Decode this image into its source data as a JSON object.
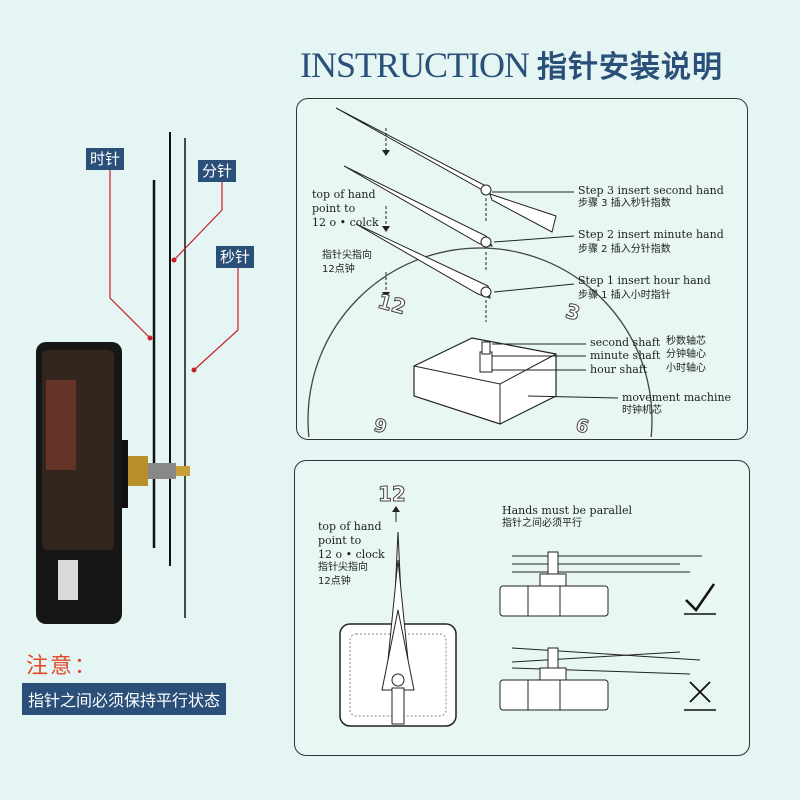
{
  "title": {
    "en": "INSTRUCTION",
    "cn": "指针安装说明"
  },
  "left": {
    "hour_tag": "时针",
    "minute_tag": "分针",
    "second_tag": "秒针",
    "note_title": "注意：",
    "note_text": "指针之间必须保持平行状态"
  },
  "top_panel": {
    "top_of_hand_1": "top of hand",
    "top_of_hand_2": "point to",
    "top_of_hand_3": "12 o • colck",
    "cn_1": "指针尖指向",
    "cn_2": "12点钟",
    "step3": "Step 3    insert second hand",
    "step3_cn": "步骤 3    插入秒针指数",
    "step2": "Step 2    insert minute hand",
    "step2_cn": "步骤 2    插入分针指数",
    "step1": "Step 1    insert hour hand",
    "step1_cn": "步骤 1    插入小时指针",
    "second_shaft": "second shaft",
    "second_shaft_cn": "秒数轴芯",
    "minute_shaft": "minute shaft",
    "minute_shaft_cn": "分钟轴心",
    "hour_shaft": "hour shaft",
    "hour_shaft_cn": "小时轴心",
    "movement": "movement machine",
    "movement_cn": "时钟机芯",
    "num12": "12",
    "num3": "3",
    "num9": "9",
    "num6": "6"
  },
  "bottom_panel": {
    "num12": "12",
    "top_1": "top of hand",
    "top_2": "point to",
    "top_3": "12 o • clock",
    "cn_1": "指针尖指向",
    "cn_2": "12点钟",
    "parallel": "Hands must be parallel",
    "parallel_cn": "指针之间必须平行"
  },
  "colors": {
    "accent": "#2a4f78",
    "warning": "#e04a2a",
    "red_line": "#c8202a"
  }
}
